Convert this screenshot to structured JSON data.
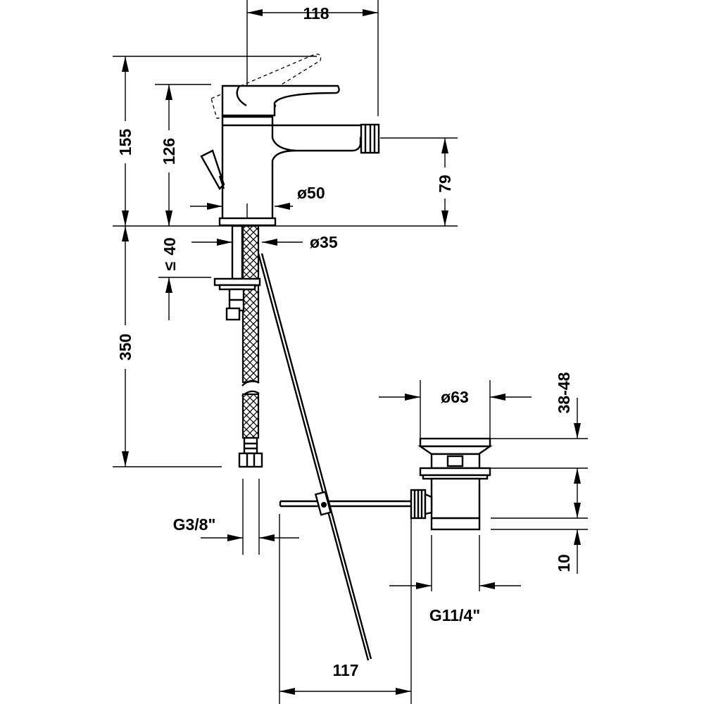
{
  "dimensions": {
    "top_width": "118",
    "overall_height": "155",
    "lever_height": "126",
    "spout_height": "79",
    "body_diameter": "ø50",
    "shank_diameter": "ø35",
    "deck_thickness": "40",
    "deck_thickness_symbol": "≤",
    "hose_length": "350",
    "waste_diameter": "ø63",
    "plug_range": "38-48",
    "waste_offset": "10",
    "hose_thread": "G3/8\"",
    "waste_thread": "G11/4\"",
    "rod_spacing": "117"
  }
}
